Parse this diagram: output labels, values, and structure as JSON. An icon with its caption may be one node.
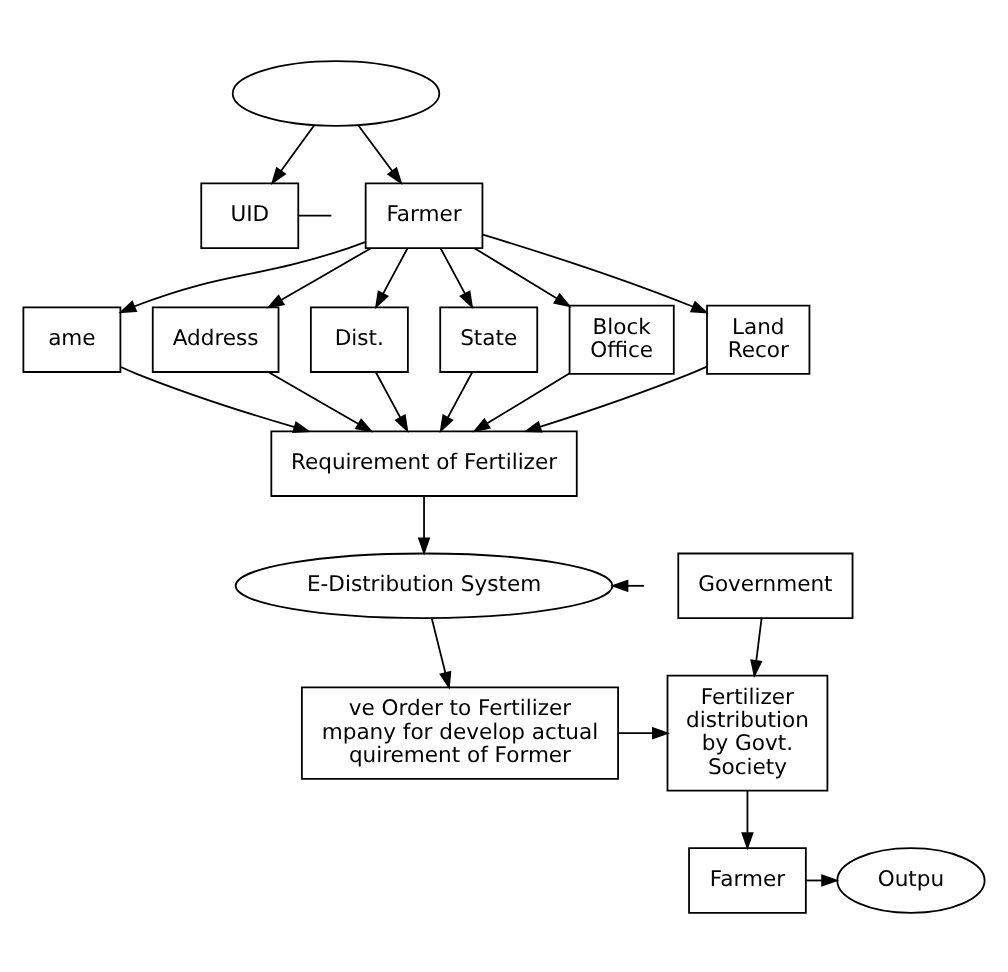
{
  "diagram": {
    "nodes": [
      {
        "text": [],
        "shape": "ellipse"
      },
      {
        "text": [
          "UID"
        ]
      },
      {
        "text": [
          "Farmer"
        ]
      },
      {
        "text": [
          "ame"
        ]
      },
      {
        "text": [
          "Address"
        ]
      },
      {
        "text": [
          "Dist."
        ]
      },
      {
        "text": [
          "State"
        ]
      },
      {
        "text": [
          "Block Office"
        ]
      },
      {
        "text": [
          "Land Recor"
        ]
      },
      {
        "text": [
          "Requirement of Fertilizer"
        ]
      },
      {
        "text": [
          "E-Distribution System"
        ]
      },
      {
        "text": [
          "ve Order to Fertilizer mpany for develop actual quirement of Former"
        ]
      },
      {
        "text": [
          "Government"
        ]
      },
      {
        "text": [
          "Fertilizer distribution by Govt. Society"
        ]
      },
      {
        "text": [
          "Farmer"
        ]
      },
      {
        "text": [
          "Outpu"
        ]
      }
    ],
    "edges": [
      {
        "from": 0,
        "to": 1,
        "arrow": "to"
      },
      {
        "from": null,
        "to": 1,
        "arrow": "none"
      },
      {
        "from": 0,
        "to": 2,
        "arrow": "to"
      },
      {
        "from": 2,
        "to": 3,
        "arrow": "to"
      },
      {
        "from": 2,
        "to": 4,
        "arrow": "to"
      },
      {
        "from": 2,
        "to": 5,
        "arrow": "to"
      },
      {
        "from": 2,
        "to": 6,
        "arrow": "to"
      },
      {
        "from": 2,
        "to": 7,
        "arrow": "to"
      },
      {
        "from": 2,
        "to": 8,
        "arrow": "to"
      },
      {
        "from": 3,
        "to": 9,
        "arrow": "to"
      },
      {
        "from": 4,
        "to": 9,
        "arrow": "to"
      },
      {
        "from": 5,
        "to": 9,
        "arrow": "to"
      },
      {
        "from": 6,
        "to": 9,
        "arrow": "to"
      },
      {
        "from": 7,
        "to": 9,
        "arrow": "to"
      },
      {
        "from": 8,
        "to": 9,
        "arrow": "to"
      },
      {
        "from": 9,
        "to": 10,
        "arrow": "to"
      },
      {
        "from": null,
        "to": 10,
        "arrow": "to"
      },
      {
        "from": 10,
        "to": 11,
        "arrow": "to"
      },
      {
        "from": 11,
        "to": 13,
        "arrow": "to"
      },
      {
        "from": 12,
        "to": 13,
        "arrow": "to"
      },
      {
        "from": 13,
        "to": 14,
        "arrow": "to"
      },
      {
        "from": 14,
        "to": 15,
        "arrow": "to"
      }
    ]
  }
}
